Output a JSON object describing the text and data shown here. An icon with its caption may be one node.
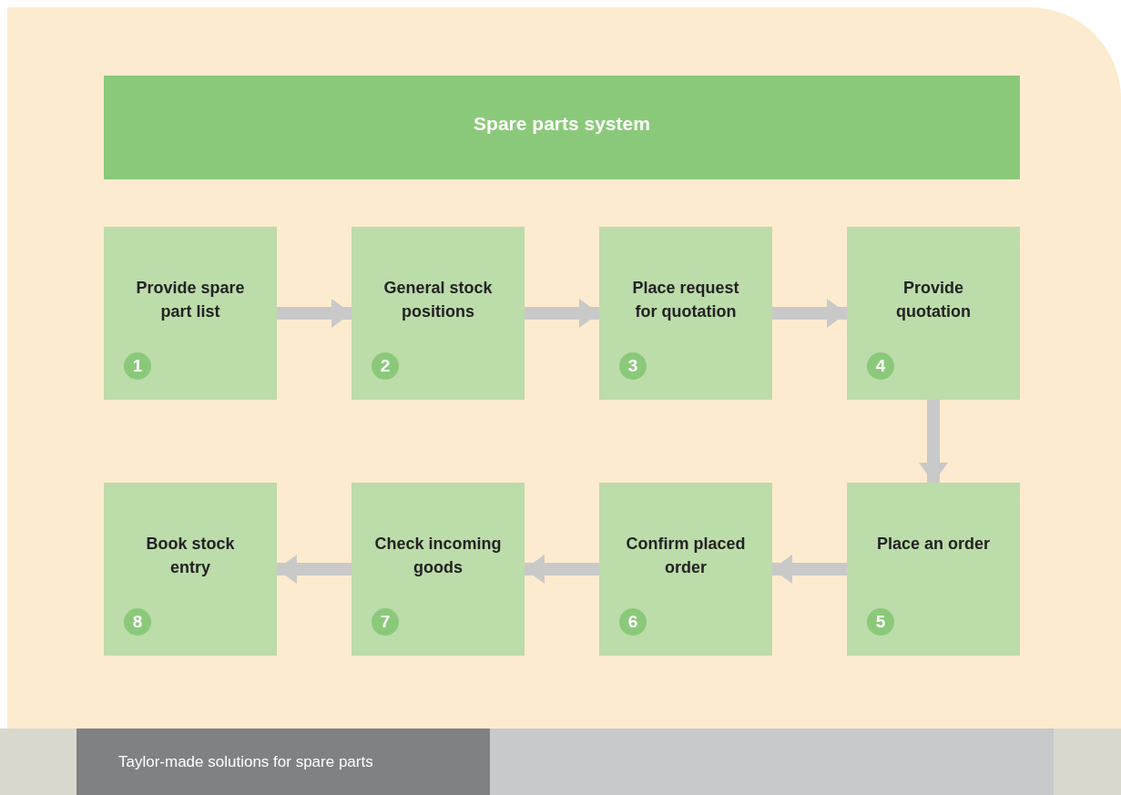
{
  "diagram": {
    "nodes": [
      {
        "text": [
          "Spare parts system"
        ]
      },
      {
        "text": [
          "Provide spare part list",
          "1"
        ]
      },
      {
        "text": [
          "General stock positions",
          "2"
        ]
      },
      {
        "text": [
          "Place request for quotation",
          "3"
        ]
      },
      {
        "text": [
          "Provide quotation",
          "4"
        ]
      },
      {
        "text": [
          "Place an order",
          "5"
        ]
      },
      {
        "text": [
          "Confirm placed order",
          "6"
        ]
      },
      {
        "text": [
          "Check incoming goods",
          "7"
        ]
      },
      {
        "text": [
          "Book stock entry",
          "8"
        ]
      }
    ],
    "edges": [
      {
        "from": 1,
        "to": 2,
        "arrow": "to"
      },
      {
        "from": 2,
        "to": 3,
        "arrow": "to"
      },
      {
        "from": 3,
        "to": 4,
        "arrow": "to"
      },
      {
        "from": 4,
        "to": 5,
        "arrow": "to"
      },
      {
        "from": 5,
        "to": 6,
        "arrow": "to"
      },
      {
        "from": 6,
        "to": 7,
        "arrow": "to"
      },
      {
        "from": 7,
        "to": 8,
        "arrow": "to"
      }
    ],
    "labels": [
      "Taylor-made solutions for spare parts"
    ]
  }
}
